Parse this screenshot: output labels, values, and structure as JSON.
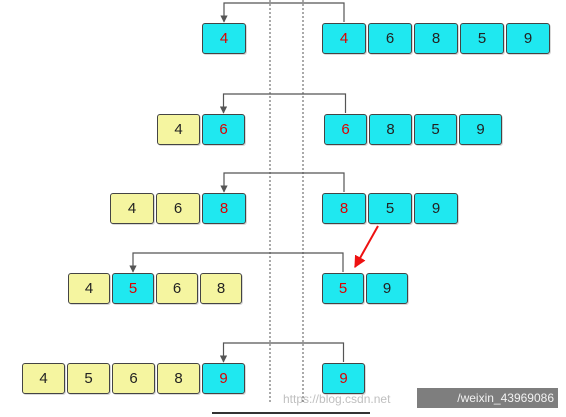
{
  "colors": {
    "sorted_fill": "#f5f5a0",
    "current_fill": "#1fe8f0",
    "highlight_text": "#dd0000",
    "normal_text": "#222222",
    "arrow": "#ee1111",
    "line": "#555555"
  },
  "rows": [
    {
      "left": [
        {
          "v": "4",
          "state": "current"
        }
      ],
      "right": [
        {
          "v": "4",
          "state": "current"
        },
        {
          "v": "6",
          "state": "normal"
        },
        {
          "v": "8",
          "state": "normal"
        },
        {
          "v": "5",
          "state": "normal"
        },
        {
          "v": "9",
          "state": "normal"
        }
      ]
    },
    {
      "left": [
        {
          "v": "4",
          "state": "sorted"
        },
        {
          "v": "6",
          "state": "current"
        }
      ],
      "right": [
        {
          "v": "6",
          "state": "current"
        },
        {
          "v": "8",
          "state": "normal"
        },
        {
          "v": "5",
          "state": "normal"
        },
        {
          "v": "9",
          "state": "normal"
        }
      ]
    },
    {
      "left": [
        {
          "v": "4",
          "state": "sorted"
        },
        {
          "v": "6",
          "state": "sorted"
        },
        {
          "v": "8",
          "state": "current"
        }
      ],
      "right": [
        {
          "v": "8",
          "state": "current"
        },
        {
          "v": "5",
          "state": "normal"
        },
        {
          "v": "9",
          "state": "normal"
        }
      ]
    },
    {
      "left": [
        {
          "v": "4",
          "state": "sorted"
        },
        {
          "v": "5",
          "state": "current"
        },
        {
          "v": "6",
          "state": "sorted"
        },
        {
          "v": "8",
          "state": "sorted"
        }
      ],
      "right": [
        {
          "v": "5",
          "state": "current"
        },
        {
          "v": "9",
          "state": "normal"
        }
      ]
    },
    {
      "left": [
        {
          "v": "4",
          "state": "sorted"
        },
        {
          "v": "5",
          "state": "sorted"
        },
        {
          "v": "6",
          "state": "sorted"
        },
        {
          "v": "8",
          "state": "sorted"
        },
        {
          "v": "9",
          "state": "current"
        }
      ],
      "right": [
        {
          "v": "9",
          "state": "current"
        }
      ]
    }
  ],
  "watermark": {
    "left_text": "https://blog.csdn.net",
    "right_text": "/weixin_43969086"
  }
}
